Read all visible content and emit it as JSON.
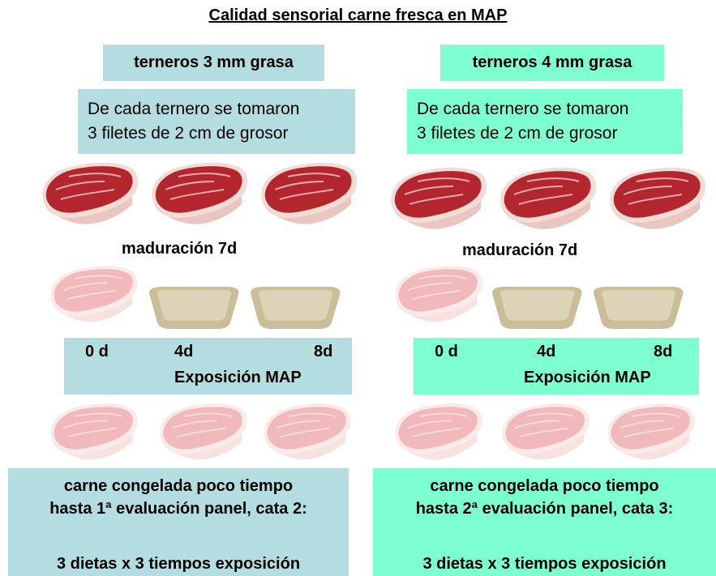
{
  "title": "Calidad sensorial carne fresca en MAP",
  "left": {
    "label": "terneros 3 mm grasa",
    "info_line1": "De cada ternero se tomaron",
    "info_line2": "3 filetes de 2 cm de grosor",
    "maduracion": "maduración 7d",
    "times": [
      "0 d",
      "4d",
      "8d"
    ],
    "exposicion": "Exposición MAP",
    "bottom_line1": "carne congelada poco tiempo",
    "bottom_line2": "hasta 1ª evaluación panel, cata 2:",
    "bottom_line3": "3 dietas x 3 tiempos exposición"
  },
  "right": {
    "label": "terneros 4 mm grasa",
    "info_line1": "De cada ternero se tomaron",
    "info_line2": "3 filetes de 2 cm de grosor",
    "maduracion": "maduración 7d",
    "times": [
      "0 d",
      "4d",
      "8d"
    ],
    "exposicion": "Exposición MAP",
    "bottom_line1": "carne congelada poco tiempo",
    "bottom_line2": "hasta 2ª evaluación panel, cata 3:",
    "bottom_line3": "3 dietas x 3 tiempos exposición"
  },
  "colors": {
    "left_box": "#b4dde1",
    "right_box": "#7effd1",
    "meat": "#b3262e",
    "faded_meat": "#f2b9bd",
    "tray": "#cbbd97"
  },
  "icons": {
    "fresh": "raw-steak-icon",
    "faded": "faded-steak-icon",
    "tray": "packaging-tray-icon"
  }
}
